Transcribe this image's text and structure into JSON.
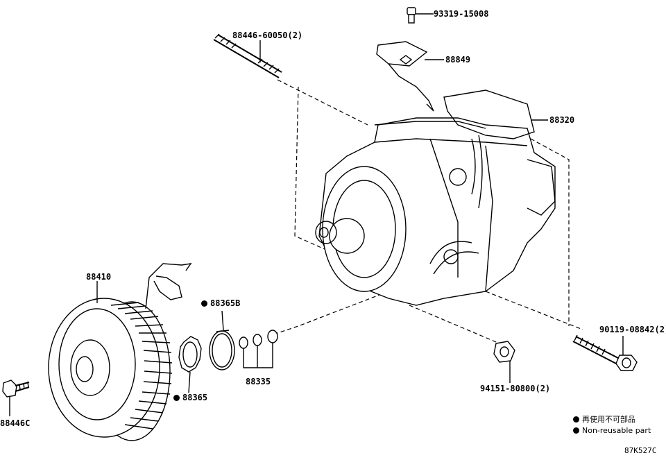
{
  "labels": {
    "bolt_top": "93319-15008",
    "stud": "88446-60050(2)",
    "bracket": "88849",
    "compressor": "88320",
    "bolt_right": "90119-08842(2)",
    "nut": "94151-80800(2)",
    "clutch": "88410",
    "snap_ring_b": "88365B",
    "snap_ring": "88365",
    "shims": "88335",
    "bolt_left": "88446C"
  },
  "legend": {
    "jp": "再使用不可部品",
    "en": "Non-reusable part"
  },
  "code": "87K527C",
  "colors": {
    "line": "#000000",
    "background": "#ffffff"
  },
  "icons": [
    "non-reusable-dot-icon"
  ]
}
